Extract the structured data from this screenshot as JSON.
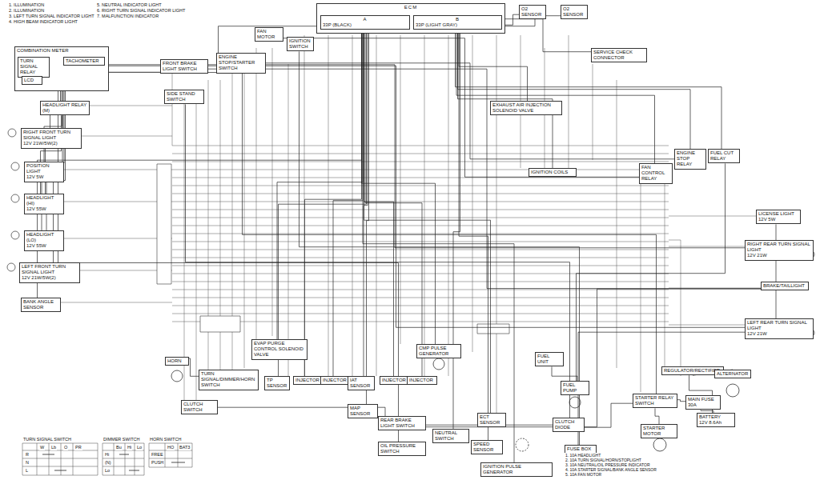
{
  "diagram": {
    "nodes": [
      {
        "text": [
          "ECM"
        ]
      },
      {
        "text": [
          "A",
          "33P (BLACK)"
        ],
        "in": 0
      },
      {
        "text": [
          "B",
          "33P (LIGHT GRAY)"
        ],
        "in": 0
      },
      {
        "text": [
          "COMBINATION METER"
        ]
      },
      {
        "text": [
          "TURN SIGNAL RELAY"
        ],
        "in": 3
      },
      {
        "text": [
          "TACHOMETER"
        ],
        "in": 3
      },
      {
        "text": [
          "LCD"
        ],
        "in": 3
      },
      {
        "text": [
          "HEADLIGHT RELAY (M)"
        ]
      },
      {
        "text": [
          "RIGHT FRONT TURN SIGNAL LIGHT",
          "12V 21W/5W(2)"
        ]
      },
      {
        "text": [
          "POSITION LIGHT",
          "12V 5W"
        ]
      },
      {
        "text": [
          "HEADLIGHT (HI)",
          "12V 55W"
        ]
      },
      {
        "text": [
          "HEADLIGHT (LO)",
          "12V 55W"
        ]
      },
      {
        "text": [
          "LEFT FRONT TURN SIGNAL LIGHT",
          "12V 21W/5W(2)"
        ]
      },
      {
        "text": [
          "BANK ANGLE SENSOR"
        ]
      },
      {
        "text": [
          "FAN MOTOR"
        ]
      },
      {
        "text": [
          "IGNITION SWITCH"
        ]
      },
      {
        "text": [
          "FRONT BRAKE LIGHT SWITCH"
        ]
      },
      {
        "text": [
          "ENGINE STOP/STARTER SWITCH"
        ]
      },
      {
        "text": [
          "SIDE STAND SWITCH"
        ]
      },
      {
        "text": [
          "O2 SENSOR"
        ]
      },
      {
        "text": [
          "O2 SENSOR"
        ]
      },
      {
        "text": [
          "SERVICE CHECK CONNECTOR"
        ]
      },
      {
        "text": [
          "EXHAUST AIR INJECTION SOLENOID VALVE"
        ]
      },
      {
        "text": [
          "IGNITION COILS"
        ]
      },
      {
        "text": [
          "FAN CONTROL RELAY"
        ]
      },
      {
        "text": [
          "ENGINE STOP RELAY"
        ]
      },
      {
        "text": [
          "FUEL CUT RELAY"
        ]
      },
      {
        "text": [
          "LICENSE LIGHT",
          "12V 5W"
        ]
      },
      {
        "text": [
          "RIGHT REAR TURN SIGNAL LIGHT",
          "12V 21W"
        ]
      },
      {
        "text": [
          "BRAKE/TAILLIGHT"
        ]
      },
      {
        "text": [
          "LEFT REAR TURN SIGNAL LIGHT",
          "12V 21W"
        ]
      },
      {
        "text": [
          "HORN"
        ]
      },
      {
        "text": [
          "TURN SIGNAL/DIMMER/HORN SWITCH"
        ]
      },
      {
        "text": [
          "CLUTCH SWITCH"
        ]
      },
      {
        "text": [
          "EVAP PURGE CONTROL SOLENOID VALVE"
        ]
      },
      {
        "text": [
          "TP SENSOR"
        ]
      },
      {
        "text": [
          "INJECTOR"
        ]
      },
      {
        "text": [
          "INJECTOR"
        ]
      },
      {
        "text": [
          "IAT SENSOR"
        ]
      },
      {
        "text": [
          "MAP SENSOR"
        ]
      },
      {
        "text": [
          "INJECTOR"
        ]
      },
      {
        "text": [
          "INJECTOR"
        ]
      },
      {
        "text": [
          "CMP PULSE GENERATOR"
        ]
      },
      {
        "text": [
          "REAR BRAKE LIGHT SWITCH"
        ]
      },
      {
        "text": [
          "NEUTRAL SWITCH"
        ]
      },
      {
        "text": [
          "OIL PRESSURE SWITCH"
        ]
      },
      {
        "text": [
          "ECT SENSOR"
        ]
      },
      {
        "text": [
          "SPEED SENSOR"
        ]
      },
      {
        "text": [
          "IGNITION PULSE GENERATOR"
        ]
      },
      {
        "text": [
          "FUEL UNIT"
        ]
      },
      {
        "text": [
          "FUEL PUMP"
        ]
      },
      {
        "text": [
          "CLUTCH DIODE"
        ]
      },
      {
        "text": [
          "REGULATOR/RECTIFIER"
        ]
      },
      {
        "text": [
          "ALTERNATOR"
        ]
      },
      {
        "text": [
          "STARTER RELAY SWITCH"
        ]
      },
      {
        "text": [
          "MAIN FUSE 30A"
        ]
      },
      {
        "text": [
          "BATTERY",
          "12V 8.6Ah"
        ]
      },
      {
        "text": [
          "STARTER MOTOR"
        ]
      },
      {
        "text": [
          "FUSE BOX"
        ]
      }
    ],
    "edges": [
      {
        "from": 1,
        "to": 36,
        "arrow": "none"
      },
      {
        "from": 1,
        "to": 37,
        "arrow": "none"
      },
      {
        "from": 1,
        "to": 40,
        "arrow": "none"
      },
      {
        "from": 1,
        "to": 41,
        "arrow": "none"
      },
      {
        "from": 1,
        "to": 35,
        "arrow": "none"
      },
      {
        "from": 1,
        "to": 38,
        "arrow": "none"
      },
      {
        "from": 1,
        "to": 39,
        "arrow": "none"
      },
      {
        "from": 1,
        "to": 42,
        "arrow": "none"
      },
      {
        "from": 1,
        "to": 48,
        "arrow": "none"
      },
      {
        "from": 1,
        "to": 46,
        "arrow": "none"
      },
      {
        "from": 2,
        "to": 23,
        "arrow": "none"
      },
      {
        "from": 2,
        "to": 22,
        "arrow": "none"
      },
      {
        "from": 2,
        "to": 19,
        "arrow": "none"
      },
      {
        "from": 2,
        "to": 20,
        "arrow": "none"
      },
      {
        "from": 2,
        "to": 21,
        "arrow": "none"
      },
      {
        "from": 2,
        "to": 26,
        "arrow": "none"
      },
      {
        "from": 2,
        "to": 24,
        "arrow": "none"
      },
      {
        "from": 2,
        "to": 25,
        "arrow": "none"
      },
      {
        "from": 2,
        "to": 47,
        "arrow": "none"
      },
      {
        "from": 2,
        "to": 44,
        "arrow": "none"
      },
      {
        "from": 1,
        "to": 3,
        "arrow": "none"
      },
      {
        "from": 1,
        "to": 13,
        "arrow": "none"
      },
      {
        "from": 1,
        "to": 34,
        "arrow": "none"
      },
      {
        "from": 3,
        "to": 8,
        "arrow": "none"
      },
      {
        "from": 3,
        "to": 9,
        "arrow": "none"
      },
      {
        "from": 3,
        "to": 10,
        "arrow": "none"
      },
      {
        "from": 3,
        "to": 11,
        "arrow": "none"
      },
      {
        "from": 3,
        "to": 12,
        "arrow": "none"
      },
      {
        "from": 7,
        "to": 10,
        "arrow": "none"
      },
      {
        "from": 7,
        "to": 11,
        "arrow": "none"
      },
      {
        "from": 15,
        "to": 58,
        "arrow": "none"
      },
      {
        "from": 17,
        "to": 25,
        "arrow": "none"
      },
      {
        "from": 17,
        "to": 54,
        "arrow": "none"
      },
      {
        "from": 16,
        "to": 29,
        "arrow": "none"
      },
      {
        "from": 43,
        "to": 29,
        "arrow": "none"
      },
      {
        "from": 32,
        "to": 31,
        "arrow": "none"
      },
      {
        "from": 4,
        "to": 28,
        "arrow": "none"
      },
      {
        "from": 4,
        "to": 30,
        "arrow": "none"
      },
      {
        "from": 33,
        "to": 51,
        "arrow": "none"
      },
      {
        "from": 18,
        "to": 51,
        "arrow": "none"
      },
      {
        "from": 51,
        "to": 54,
        "arrow": "none"
      },
      {
        "from": 52,
        "to": 53,
        "arrow": "none"
      },
      {
        "from": 52,
        "to": 56,
        "arrow": "none"
      },
      {
        "from": 56,
        "to": 55,
        "arrow": "none"
      },
      {
        "from": 55,
        "to": 54,
        "arrow": "none"
      },
      {
        "from": 54,
        "to": 57,
        "arrow": "none"
      },
      {
        "from": 26,
        "to": 50,
        "arrow": "none"
      },
      {
        "from": 50,
        "to": 49,
        "arrow": "none"
      },
      {
        "from": 24,
        "to": 14,
        "arrow": "none"
      },
      {
        "from": 45,
        "to": 3,
        "arrow": "none"
      },
      {
        "from": 27,
        "to": 58,
        "arrow": "none"
      }
    ],
    "labels": [
      "1. ILLUMINATION",
      "2. ILLUMINATION",
      "3. LEFT TURN SIGNAL INDICATOR LIGHT",
      "4. HIGH BEAM INDICATOR LIGHT",
      "5. NEUTRAL INDICATOR LIGHT",
      "6. RIGHT TURN SIGNAL INDICATOR LIGHT",
      "7. MALFUNCTION INDICATOR",
      "TURN SIGNAL SWITCH",
      "DIMMER SWITCH",
      "HORN SWITCH",
      "W",
      "Lb",
      "O",
      "PR",
      "R",
      "N",
      "L",
      "Bu",
      "Hi",
      "Lo",
      "Hi",
      "(N)",
      "Lo",
      "HO",
      "BAT3",
      "FREE",
      "PUSH",
      "1. 10A HEADLIGHT",
      "2. 10A TURN SIGNAL/HORN/STOPLIGHT",
      "3. 10A NEUTRAL/OIL PRESSURE INDICATOR",
      "4. 10A STARTER SIGNAL/BANK ANGLE SENSOR",
      "5. 10A FAN MOTOR"
    ]
  }
}
